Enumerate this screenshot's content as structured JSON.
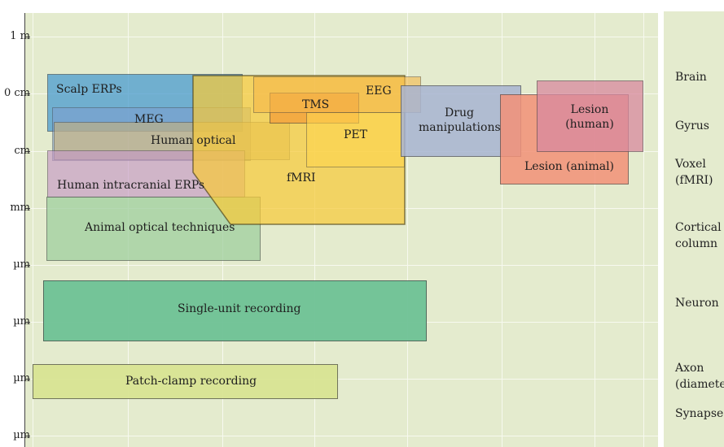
{
  "y_axis": {
    "ticks": [
      {
        "label": "1 m"
      },
      {
        "label": "0 cm"
      },
      {
        "label": "cm"
      },
      {
        "label": "mm"
      },
      {
        "label": "µm"
      },
      {
        "label": "µm"
      },
      {
        "label": "µm"
      },
      {
        "label": "µm"
      }
    ]
  },
  "right_scale": [
    {
      "label": "Brain"
    },
    {
      "label": "Gyrus"
    },
    {
      "label": "Voxel\n(fMRI)"
    },
    {
      "label": "Cortical\ncolumn"
    },
    {
      "label": "Neuron"
    },
    {
      "label": "Axon\n(diameter"
    },
    {
      "label": "Synapse"
    }
  ],
  "techniques": [
    {
      "label": "Scalp ERPs",
      "color": "#4a9cd0"
    },
    {
      "label": "MEG",
      "color": "#7e9ecf"
    },
    {
      "label": "Human optical",
      "color": "#c9b27a"
    },
    {
      "label": "Human intracranial ERPs",
      "color": "#c699c6"
    },
    {
      "label": "Animal optical techniques",
      "color": "#9fcf9f"
    },
    {
      "label": "fMRI",
      "color": "#f6c93a"
    },
    {
      "label": "TMS",
      "color": "#f4a23c"
    },
    {
      "label": "EEG",
      "color": "#f6b84a"
    },
    {
      "label": "PET",
      "color": "#ffd64f"
    },
    {
      "label": "Drug\nmanipulations",
      "color": "#a8b4d2"
    },
    {
      "label": "Lesion (animal)",
      "color": "#f39178"
    },
    {
      "label": "Lesion\n(human)",
      "color": "#d9899f"
    },
    {
      "label": "Single-unit recording",
      "color": "#6fc296"
    },
    {
      "label": "Patch-clamp recording",
      "color": "#d9e494"
    }
  ]
}
